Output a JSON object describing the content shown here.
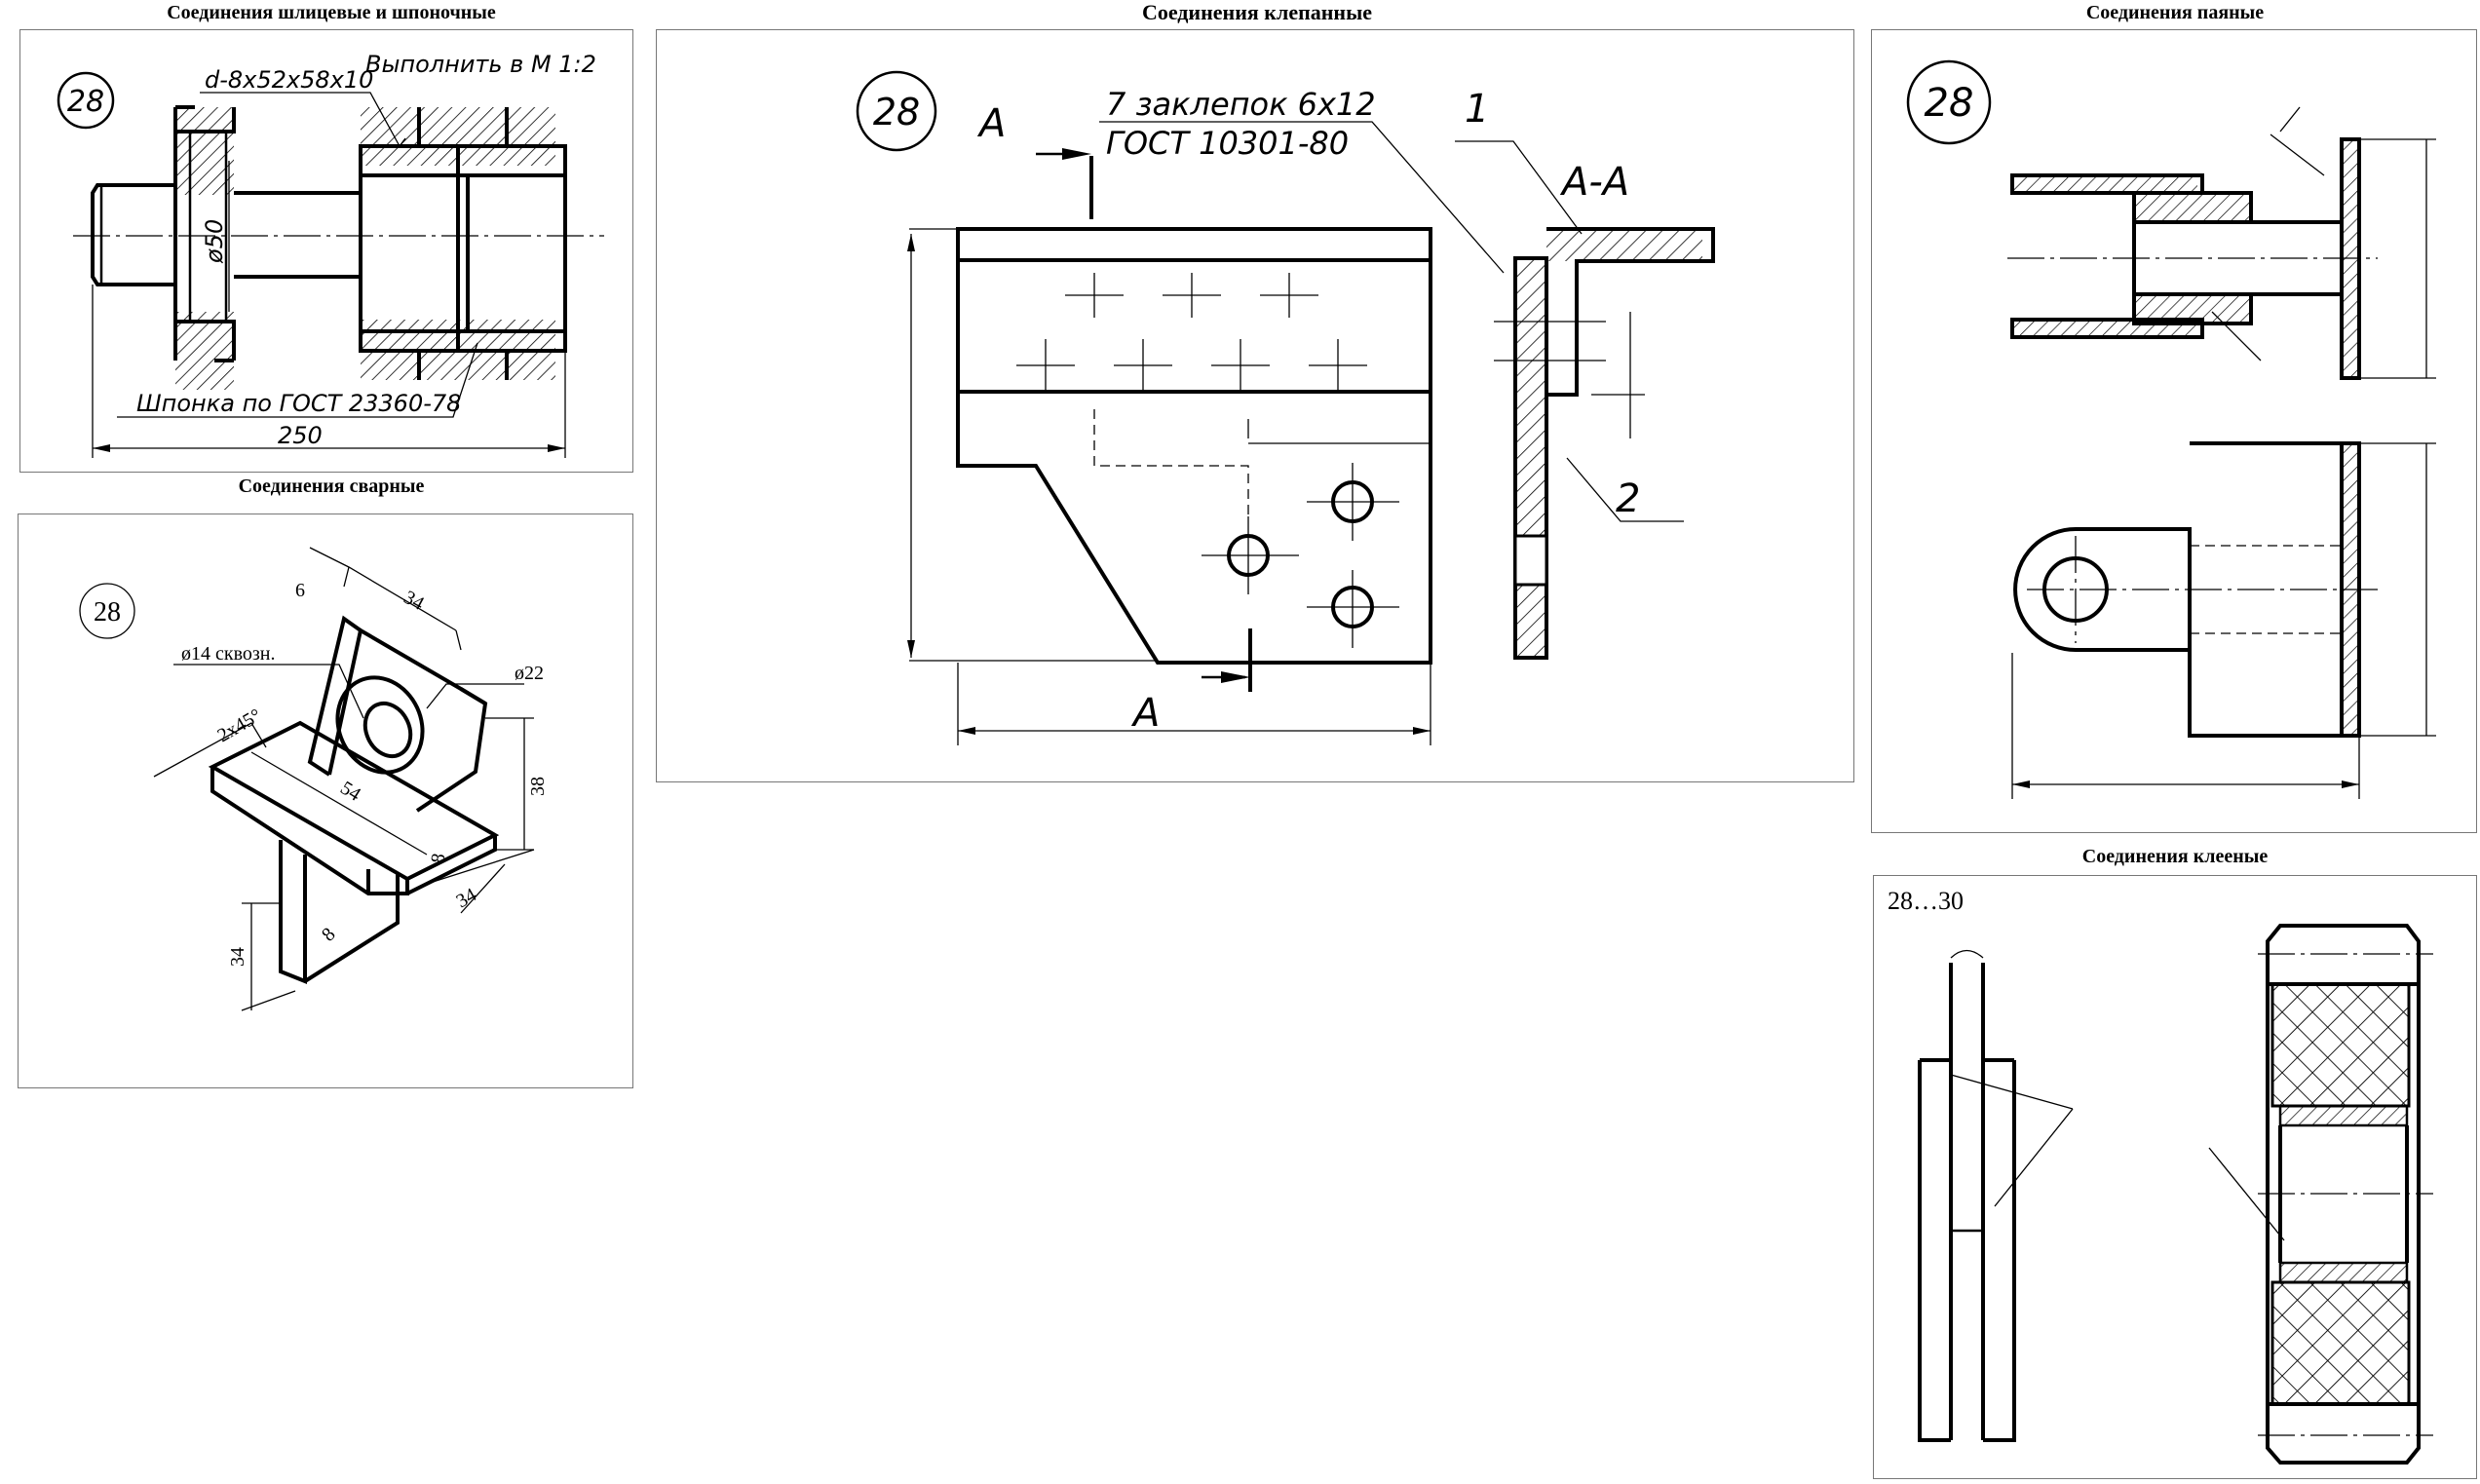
{
  "sections": {
    "spline": {
      "title": "Соединения шлицевые и шпоночные",
      "number": "28"
    },
    "welded": {
      "title": "Соединения сварные",
      "number": "28"
    },
    "riveted": {
      "title": "Соединения клепанные",
      "number": "28"
    },
    "soldered": {
      "title": "Соединения паяные",
      "number": "28"
    },
    "glued": {
      "title": "Соединения клееные",
      "number": "28…30"
    }
  },
  "spline_drawing": {
    "scale_note": "Выполнить в М 1:2",
    "spline_spec": "d-8x52x58x10",
    "diameter": "ø50",
    "key_note": "Шпонка по ГОСТ 23360-78",
    "length": "250"
  },
  "welded_drawing": {
    "dim_6": "6",
    "dim_34_top": "34",
    "hole": "ø14 сквозн.",
    "dia_22": "ø22",
    "chamfer": "2x45°",
    "dim_54": "54",
    "dim_38": "38",
    "dim_8a": "8",
    "dim_34_side": "34",
    "dim_8b": "8",
    "dim_34_leg": "34"
  },
  "riveted_drawing": {
    "rivets": "7 заклепок 6x12",
    "standard": "ГОСТ 10301-80",
    "label_a_top": "A",
    "label_a_bottom": "A",
    "section": "A-A",
    "pos_1": "1",
    "pos_2": "2"
  }
}
